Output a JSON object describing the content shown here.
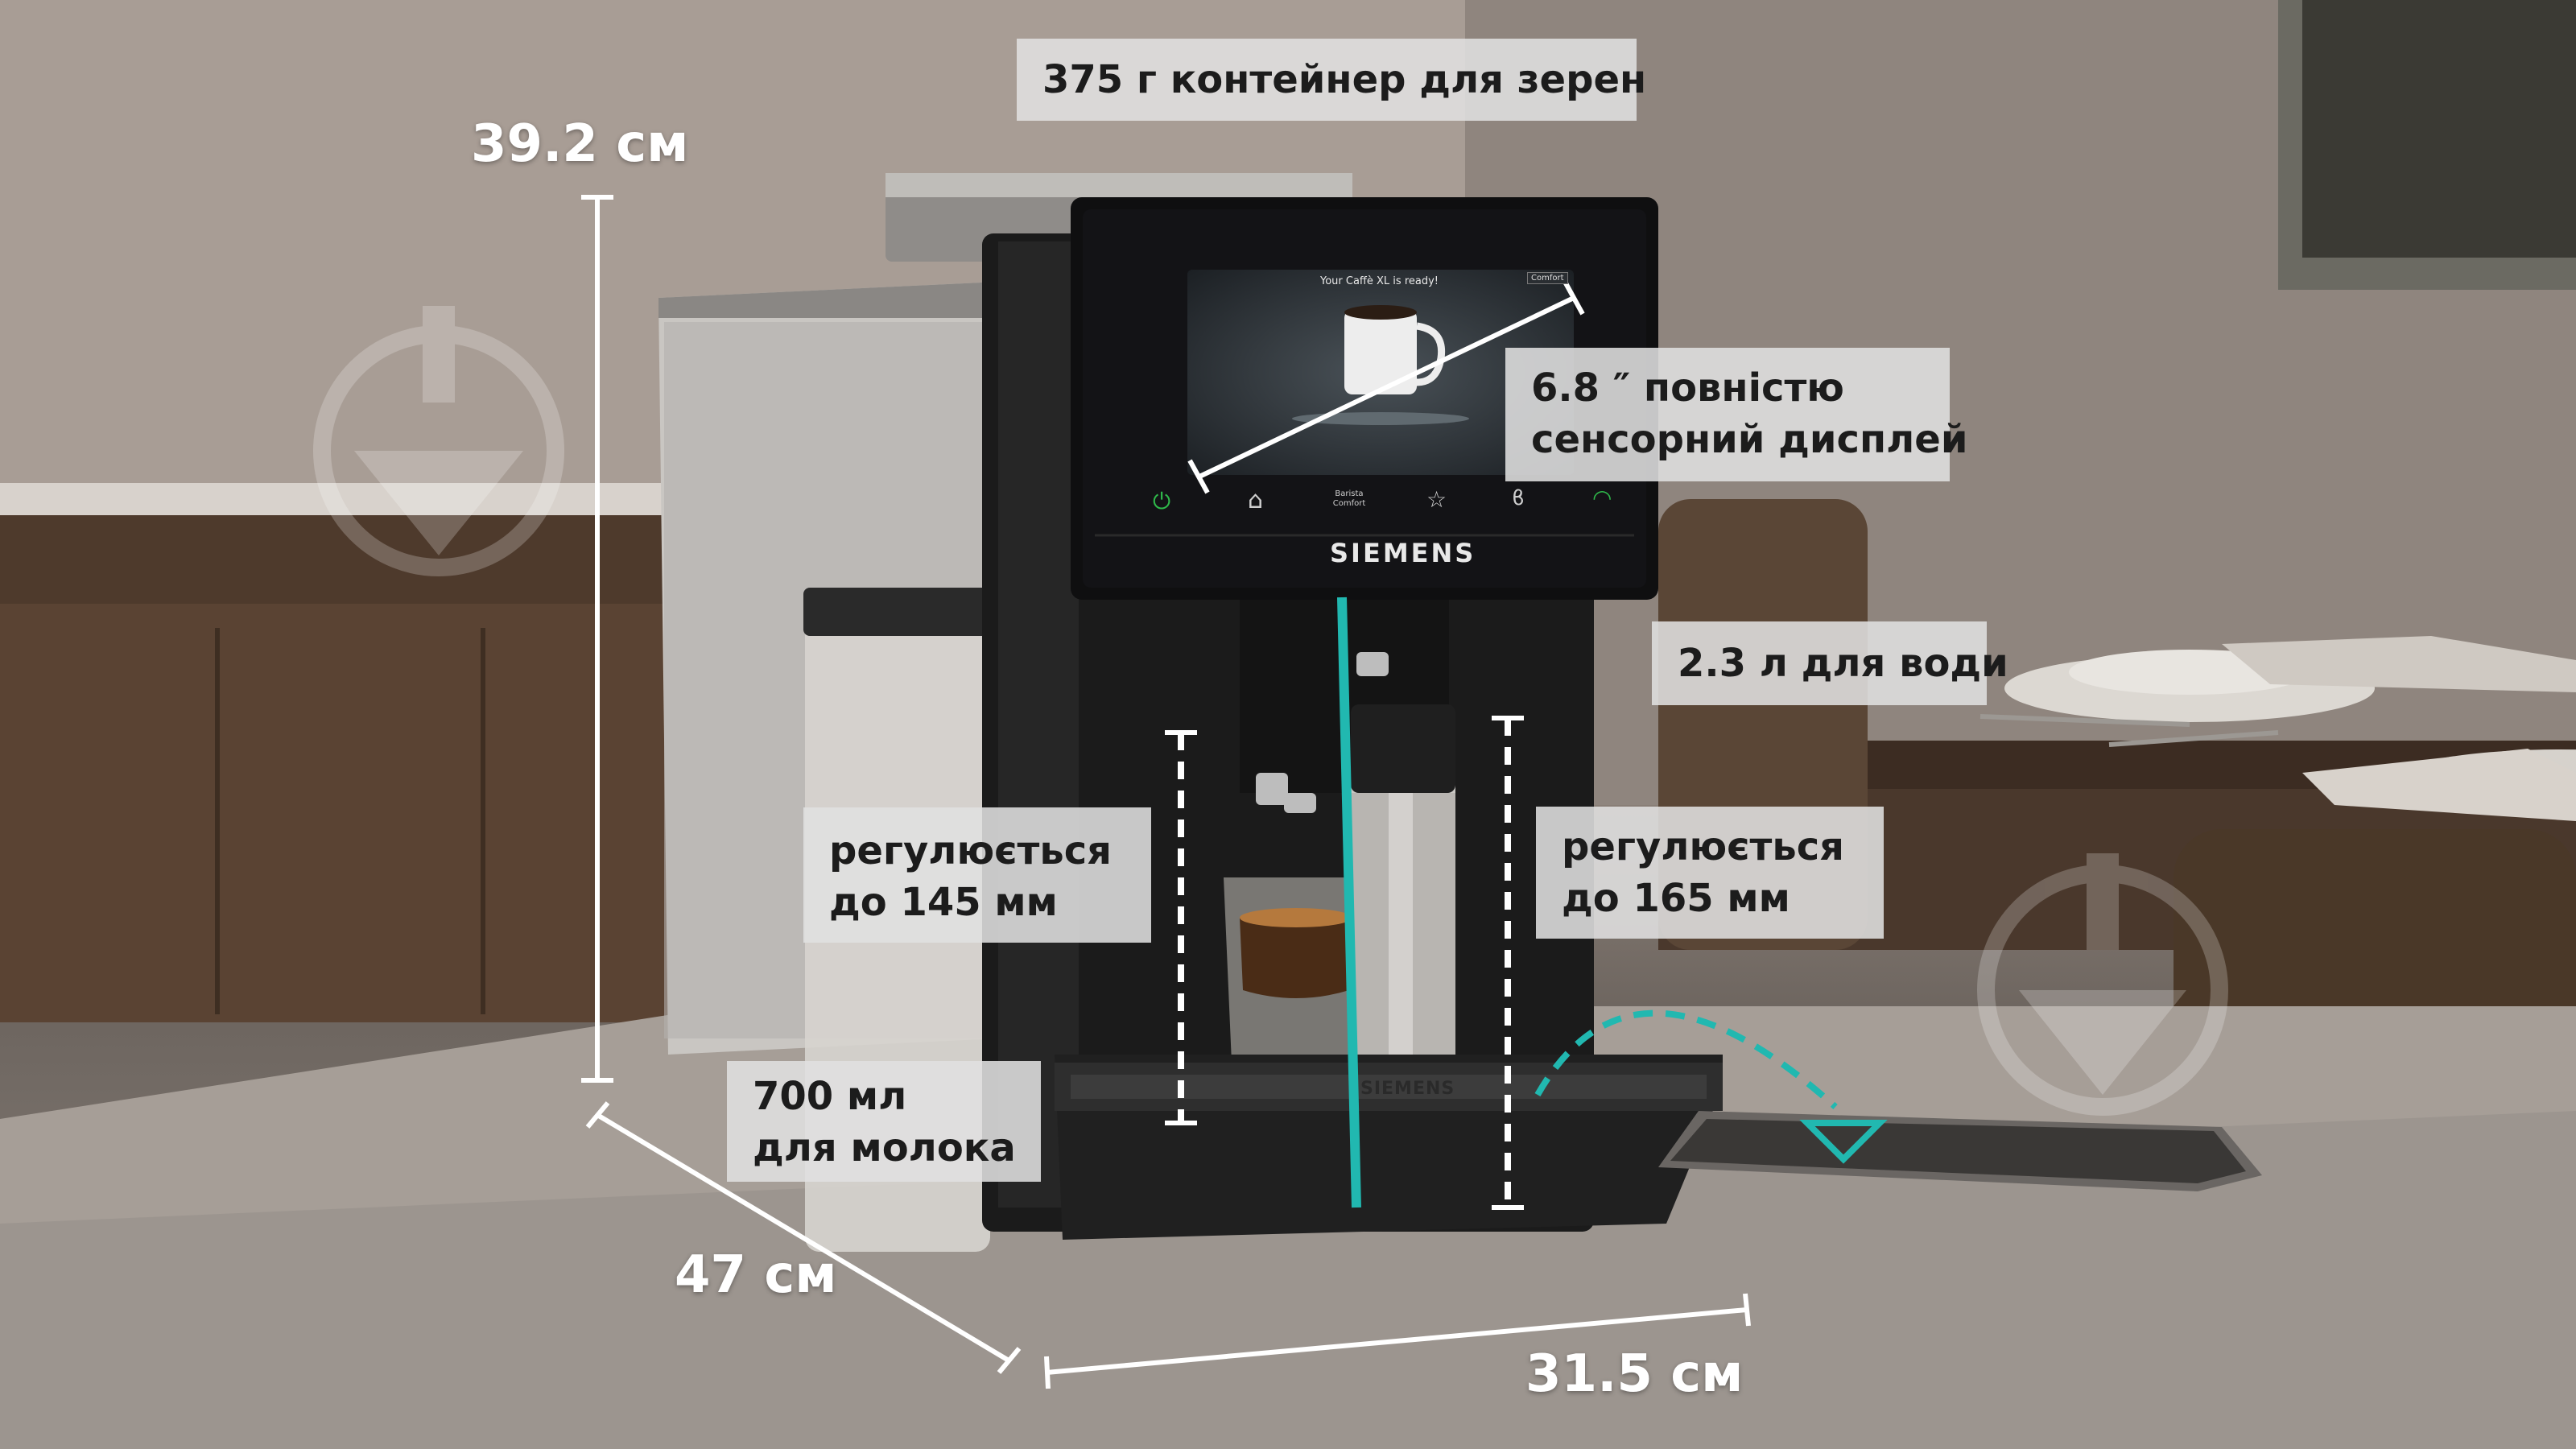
{
  "brand": {
    "name": "SIEMENS"
  },
  "display": {
    "message": "Your Caffè XL is ready!",
    "badge": "Comfort",
    "buttons": [
      {
        "name": "power-icon",
        "glyph": "⏻",
        "color": "#2fb84a"
      },
      {
        "name": "home-icon",
        "glyph": "⌂",
        "color": "#cfcfcf"
      },
      {
        "name": "mode-icon",
        "label": "Barista Comfort",
        "color": "#cfcfcf"
      },
      {
        "name": "favorite-star-icon",
        "glyph": "☆",
        "color": "#cfcfcf"
      },
      {
        "name": "drink-icon",
        "glyph": "ϐ",
        "color": "#cfcfcf"
      },
      {
        "name": "wifi-icon",
        "glyph": "◠",
        "color": "#2fb84a"
      }
    ]
  },
  "specs": {
    "bean_container": "375 г контейнер для зерен",
    "display_line1": "6.8 ″ повністю",
    "display_line2": "сенсорний дисплей",
    "water": "2.3 л для води",
    "adjust_left_line1": "регулюється",
    "adjust_left_line2": "до 145 мм",
    "adjust_right_line1": "регулюється",
    "adjust_right_line2": "до 165 мм",
    "milk_line1": "700 мл",
    "milk_line2": "для молока"
  },
  "dimensions": {
    "height": "39.2 см",
    "depth": "47 см",
    "width": "31.5 см"
  },
  "colors": {
    "accent_teal": "#21b8b0",
    "dimension_white": "#ffffff",
    "label_bg": "#e0e0e0",
    "power_green": "#2fb84a"
  }
}
